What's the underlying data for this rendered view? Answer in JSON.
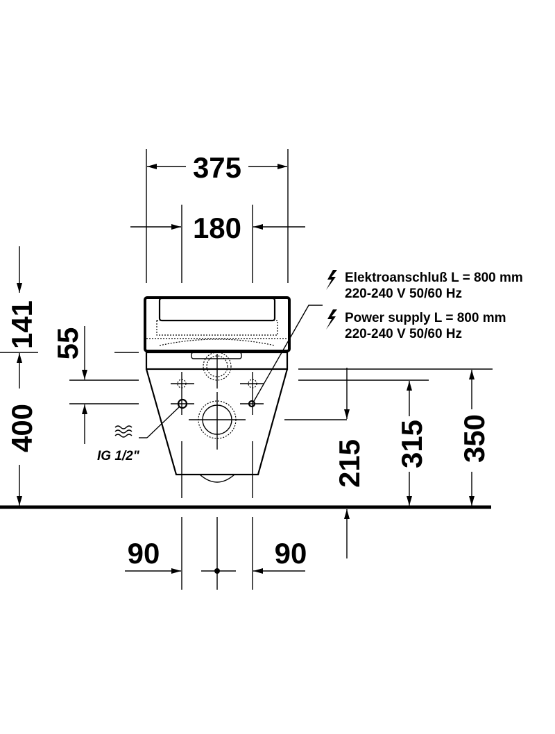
{
  "dimensions": {
    "overall_width": "375",
    "inlet_spacing": "180",
    "seat_height_above_pan": "141",
    "pan_height": "400",
    "inlet_offset": "55",
    "drain_height": "215",
    "inlet_height": "315",
    "top_height": "350",
    "left_offset": "90",
    "right_offset": "90"
  },
  "notes": {
    "water_connection": "IG 1/2\"",
    "power_de_line1": "Elektroanschluß L = 800 mm",
    "power_de_line2": "220-240 V  50/60 Hz",
    "power_en_line1": "Power supply L = 800 mm",
    "power_en_line2": "220-240 V  50/60 Hz"
  },
  "icons": {
    "water": "water-waves-icon",
    "power": "lightning-icon"
  }
}
